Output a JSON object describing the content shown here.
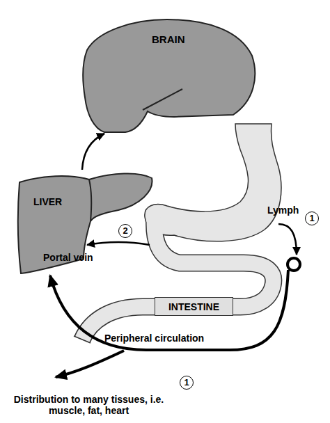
{
  "diagram": {
    "nodes": [
      {
        "text": [
          "BRAIN"
        ]
      },
      {
        "text": [
          "LIVER"
        ]
      },
      {
        "text": [
          "INTESTINE"
        ]
      }
    ],
    "edges": [
      {
        "from": 1,
        "to": 0,
        "arrow": "to"
      },
      {
        "from": 2,
        "to": 1,
        "label": "Portal vein",
        "arrow": "to"
      },
      {
        "from": 2,
        "to": 1,
        "label": "Peripheral circulation",
        "arrow": "to"
      }
    ],
    "labels": [
      "Lymph",
      "1",
      "2",
      "1",
      "Distribution to many tissues, i.e. muscle, fat, heart"
    ]
  }
}
